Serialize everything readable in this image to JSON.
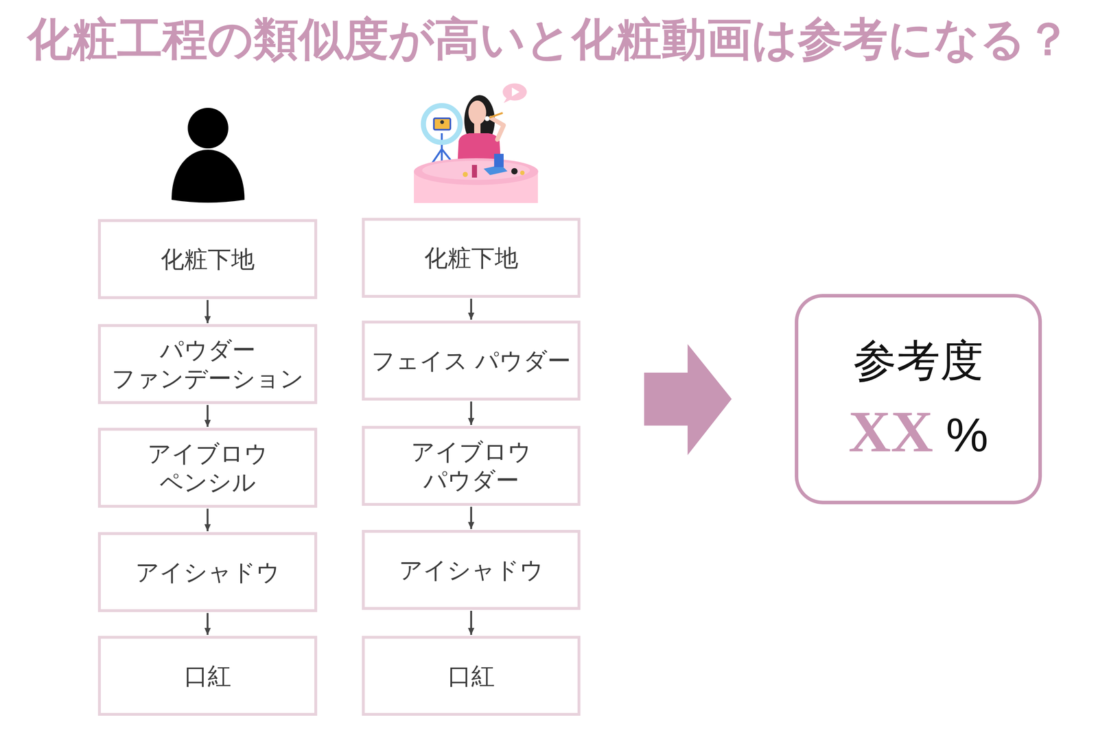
{
  "diagram": {
    "title": "化粧工程の類似度が高いと化粧動画は参考になる？",
    "nodes": [
      {
        "text": [
          "化粧下地"
        ]
      },
      {
        "text": [
          "パウダー ファンデーション"
        ]
      },
      {
        "text": [
          "アイブロウ ペンシル"
        ]
      },
      {
        "text": [
          "アイシャドウ"
        ]
      },
      {
        "text": [
          "口紅"
        ]
      },
      {
        "text": [
          "化粧下地"
        ]
      },
      {
        "text": [
          "フェイス パウダー"
        ]
      },
      {
        "text": [
          "アイブロウ パウダー"
        ]
      },
      {
        "text": [
          "アイシャドウ"
        ]
      },
      {
        "text": [
          "口紅"
        ]
      },
      {
        "text": [
          "参考度",
          "XX",
          "%"
        ]
      }
    ],
    "edges": [
      {
        "from": 0,
        "to": 1,
        "arrow": "to"
      },
      {
        "from": 1,
        "to": 2,
        "arrow": "to"
      },
      {
        "from": 2,
        "to": 3,
        "arrow": "to"
      },
      {
        "from": 3,
        "to": 4,
        "arrow": "to"
      },
      {
        "from": 5,
        "to": 6,
        "arrow": "to"
      },
      {
        "from": 6,
        "to": 7,
        "arrow": "to"
      },
      {
        "from": 7,
        "to": 8,
        "arrow": "to"
      },
      {
        "from": 8,
        "to": 9,
        "arrow": "to"
      }
    ]
  }
}
